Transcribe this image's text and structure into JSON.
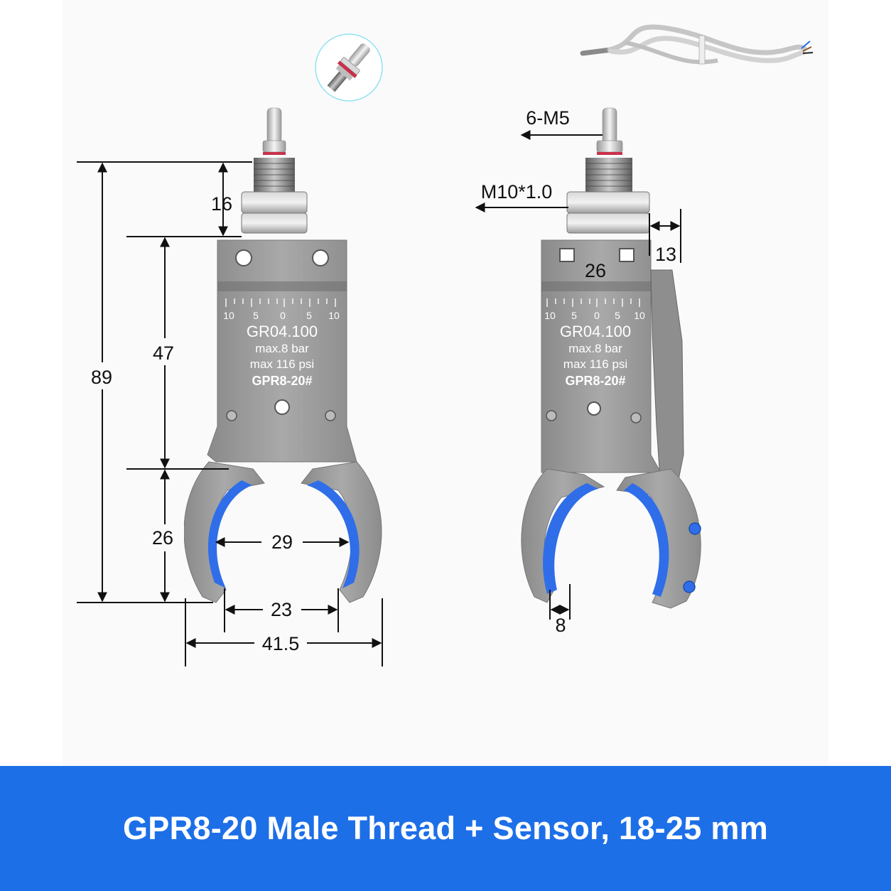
{
  "colors": {
    "banner": "#1d6fe8",
    "background": "#fafafa",
    "steel": "#9a9a9a",
    "steel_dark": "#6f6f6f",
    "pad": "#2f6ee8",
    "dimension_line": "#111111",
    "accessory_circle": "#8fe3ef",
    "seal": "#c8304a"
  },
  "icons": {
    "accessory_fitting": "barbed-fitting-icon",
    "accessory_sensor": "sensor-cable-icon"
  },
  "product": {
    "title": "GPR8-20 Male Thread + Sensor, 18-25 mm"
  },
  "engraving": {
    "scale_labels": [
      "10",
      "5",
      "0",
      "5",
      "10"
    ],
    "model": "GR04.100",
    "pressure_bar": "max.8 bar",
    "pressure_psi": "max 116 psi",
    "part_no": "GPR8-20#"
  },
  "front_view": {
    "dims": {
      "overall_height": "89",
      "thread_height": "16",
      "body_height": "47",
      "jaw_height": "26",
      "inner_span": "29",
      "opening_width": "23",
      "overall_width": "41.5"
    }
  },
  "side_view": {
    "dims": {
      "port": "6-M5",
      "thread": "M10*1.0",
      "body_thickness": "13",
      "body_width": "26",
      "jaw_thickness": "8"
    }
  }
}
